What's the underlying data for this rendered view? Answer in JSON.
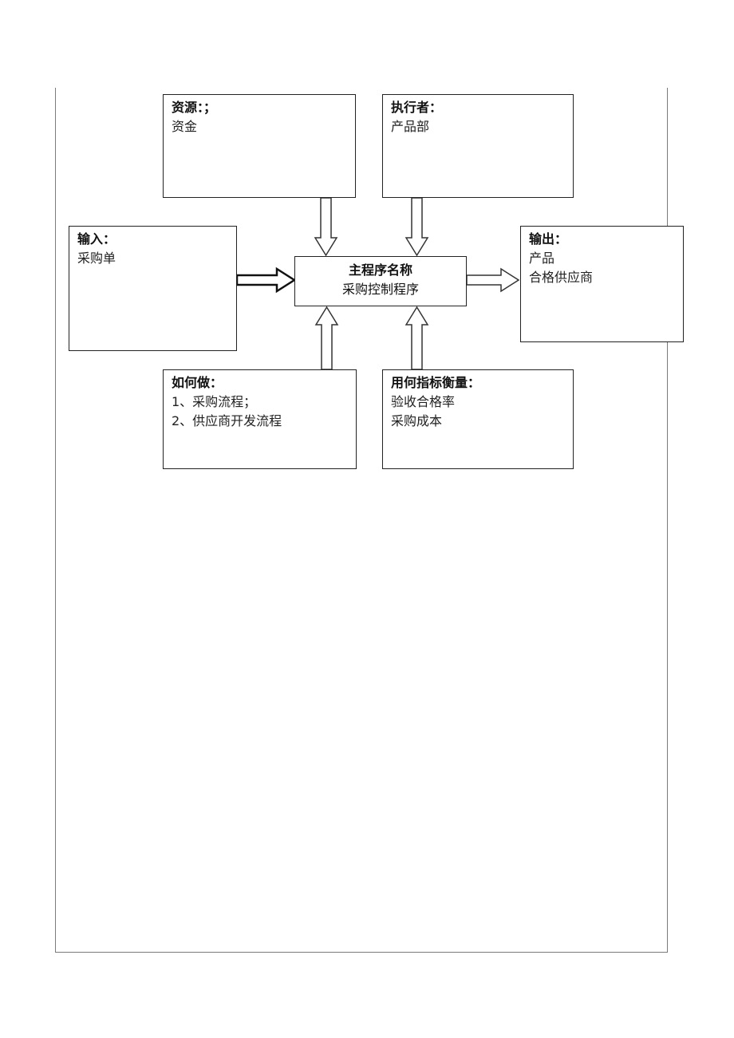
{
  "diagram": {
    "resources": {
      "title": "资源：；",
      "lines": [
        "资金"
      ]
    },
    "executor": {
      "title": "执行者：",
      "lines": [
        "产品部"
      ]
    },
    "input": {
      "title": "输入：",
      "lines": [
        "采购单"
      ]
    },
    "main": {
      "title": "主程序名称",
      "name": "采购控制程序"
    },
    "output": {
      "title": "输出：",
      "lines": [
        "产品",
        "合格供应商"
      ]
    },
    "how": {
      "title": "如何做：",
      "lines": [
        "1、采购流程；",
        "2、供应商开发流程"
      ]
    },
    "metrics": {
      "title": "用何指标衡量：",
      "lines": [
        "验收合格率",
        "采购成本"
      ]
    }
  }
}
